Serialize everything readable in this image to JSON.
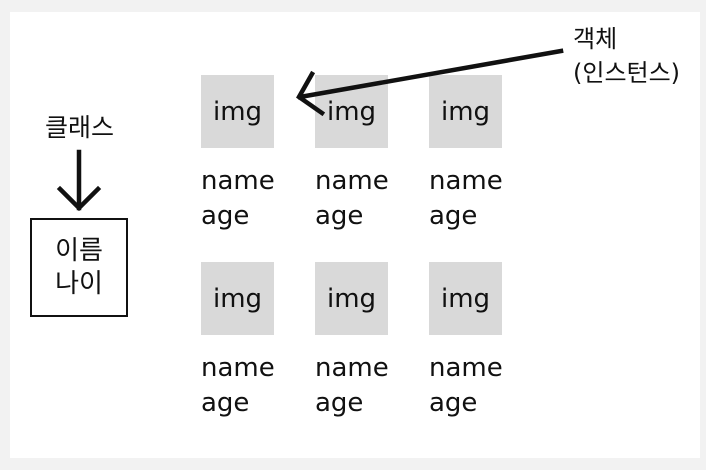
{
  "diagram": {
    "class_label": "클래스",
    "class_box": {
      "line1": "이름",
      "line2": "나이"
    },
    "object_label": {
      "line1": "객체",
      "line2": "(인스턴스)"
    },
    "cards": [
      {
        "img": "img",
        "name": "name",
        "age": "age"
      },
      {
        "img": "img",
        "name": "name",
        "age": "age"
      },
      {
        "img": "img",
        "name": "name",
        "age": "age"
      },
      {
        "img": "img",
        "name": "name",
        "age": "age"
      },
      {
        "img": "img",
        "name": "name",
        "age": "age"
      },
      {
        "img": "img",
        "name": "name",
        "age": "age"
      }
    ]
  }
}
